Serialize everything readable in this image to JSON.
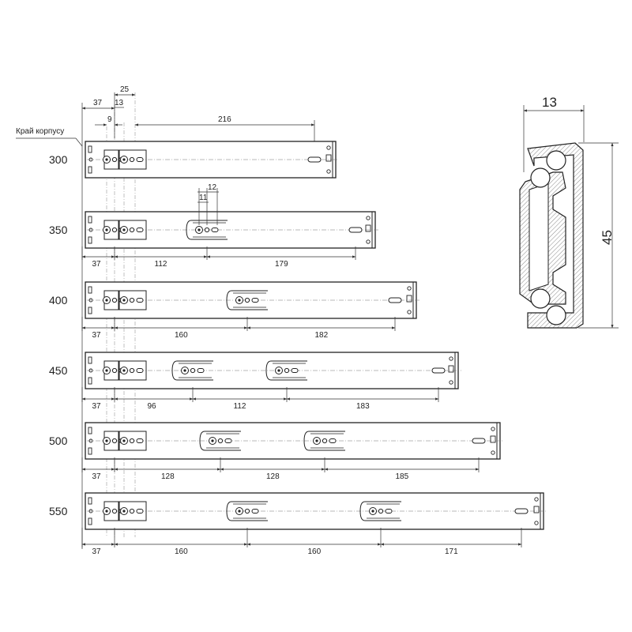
{
  "edge_label": "Край корпусу",
  "top_dims": {
    "d37": "37",
    "d25": "25",
    "d13": "13",
    "d9": "9",
    "d216": "216"
  },
  "rails": [
    {
      "length": "300",
      "dims": []
    },
    {
      "length": "350",
      "dims": [
        "37",
        "112",
        "179"
      ],
      "top_dims": [
        "12",
        "11"
      ]
    },
    {
      "length": "400",
      "dims": [
        "37",
        "160",
        "182"
      ]
    },
    {
      "length": "450",
      "dims": [
        "37",
        "96",
        "112",
        "183"
      ]
    },
    {
      "length": "500",
      "dims": [
        "37",
        "128",
        "128",
        "185"
      ]
    },
    {
      "length": "550",
      "dims": [
        "37",
        "160",
        "160",
        "171"
      ]
    }
  ],
  "profile": {
    "width": "13",
    "height": "45"
  }
}
